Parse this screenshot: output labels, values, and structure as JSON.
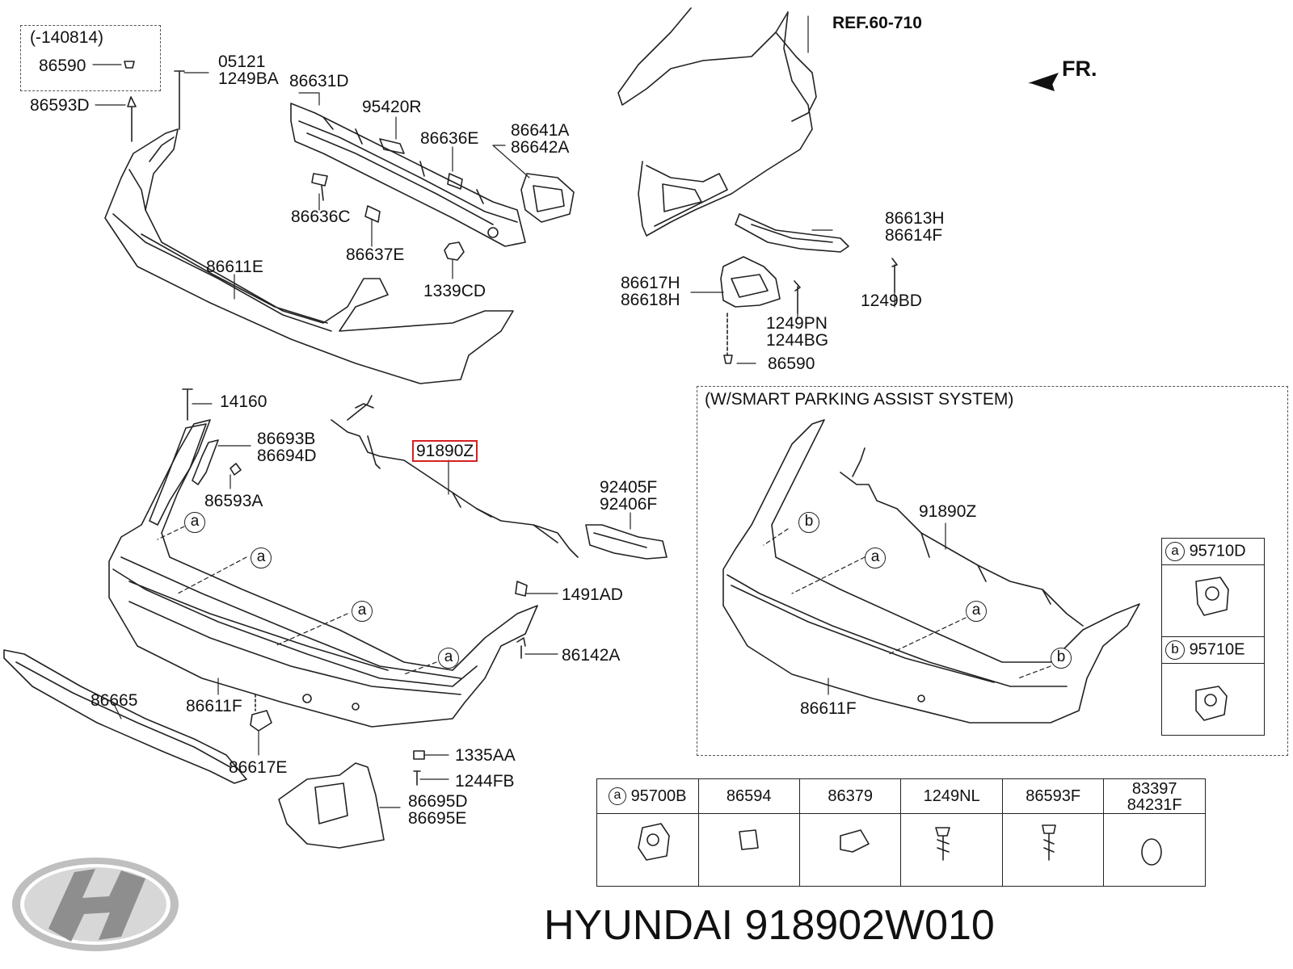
{
  "top_left_box": {
    "note": "(-140814)",
    "part": "86590"
  },
  "ref": "REF.60-710",
  "direction": "FR.",
  "upper_labels": {
    "p05121": "05121",
    "p1249BA": "1249BA",
    "p86631D": "86631D",
    "p86593D": "86593D",
    "p95420R": "95420R",
    "p86636E": "86636E",
    "p86641A": "86641A",
    "p86642A": "86642A",
    "p86636C": "86636C",
    "p86637E": "86637E",
    "p86611E": "86611E",
    "p1339CD": "1339CD",
    "p86613H": "86613H",
    "p86614F": "86614F",
    "p86617H": "86617H",
    "p86618H": "86618H",
    "p1249BD": "1249BD",
    "p1249PN": "1249PN",
    "p1244BG": "1244BG",
    "p86590b": "86590"
  },
  "lower_labels": {
    "p14160": "14160",
    "p86693B": "86693B",
    "p86694D": "86694D",
    "p91890Z": "91890Z",
    "p86593A": "86593A",
    "p92405F": "92405F",
    "p92406F": "92406F",
    "p1491AD": "1491AD",
    "p86142A": "86142A",
    "p86665": "86665",
    "p86611F": "86611F",
    "p86617E": "86617E",
    "p1335AA": "1335AA",
    "p1244FB": "1244FB",
    "p86695D": "86695D",
    "p86695E": "86695E"
  },
  "spas_box": {
    "title": "(W/SMART PARKING ASSIST SYSTEM)",
    "wiring": "91890Z",
    "bumper": "86611F",
    "legend": [
      {
        "mark": "a",
        "part": "95710D"
      },
      {
        "mark": "b",
        "part": "95710E"
      }
    ]
  },
  "callout_a": "a",
  "callout_b": "b",
  "parts_table": [
    {
      "mark": "a",
      "part": "95700B"
    },
    {
      "mark": "",
      "part": "86594"
    },
    {
      "mark": "",
      "part": "86379"
    },
    {
      "mark": "",
      "part": "1249NL"
    },
    {
      "mark": "",
      "part": "86593F"
    },
    {
      "mark": "",
      "part": "83397\n84231F"
    }
  ],
  "caption": {
    "brand": "HYUNDAI",
    "part_number": "918902W010"
  },
  "icons": [
    "hyundai-logo-icon",
    "front-arrow-icon",
    "parking-sensor-icon"
  ]
}
